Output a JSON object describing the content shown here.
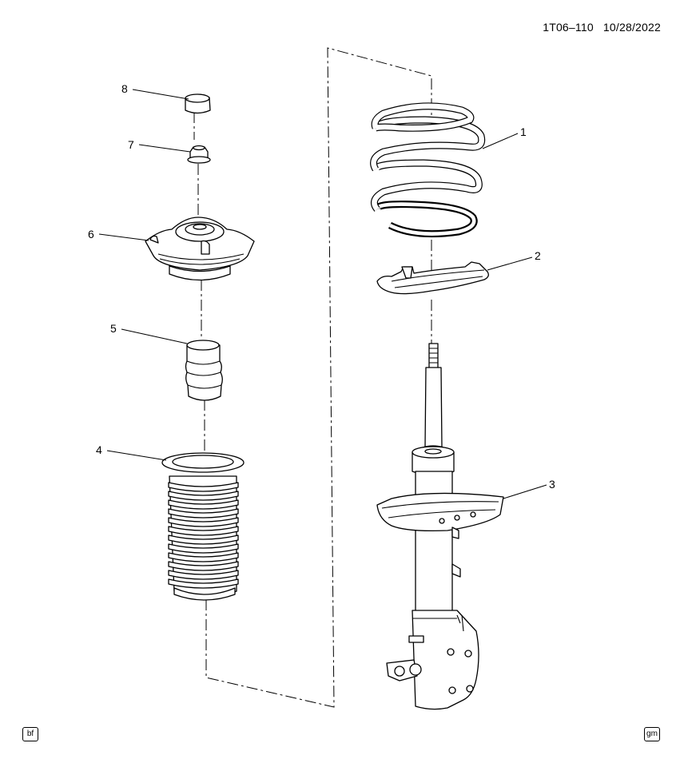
{
  "header": {
    "code": "1T06–110",
    "date": "10/28/2022"
  },
  "callouts": [
    "1",
    "2",
    "3",
    "4",
    "5",
    "6",
    "7",
    "8"
  ],
  "badges": {
    "left": "bf",
    "right": "gm"
  }
}
